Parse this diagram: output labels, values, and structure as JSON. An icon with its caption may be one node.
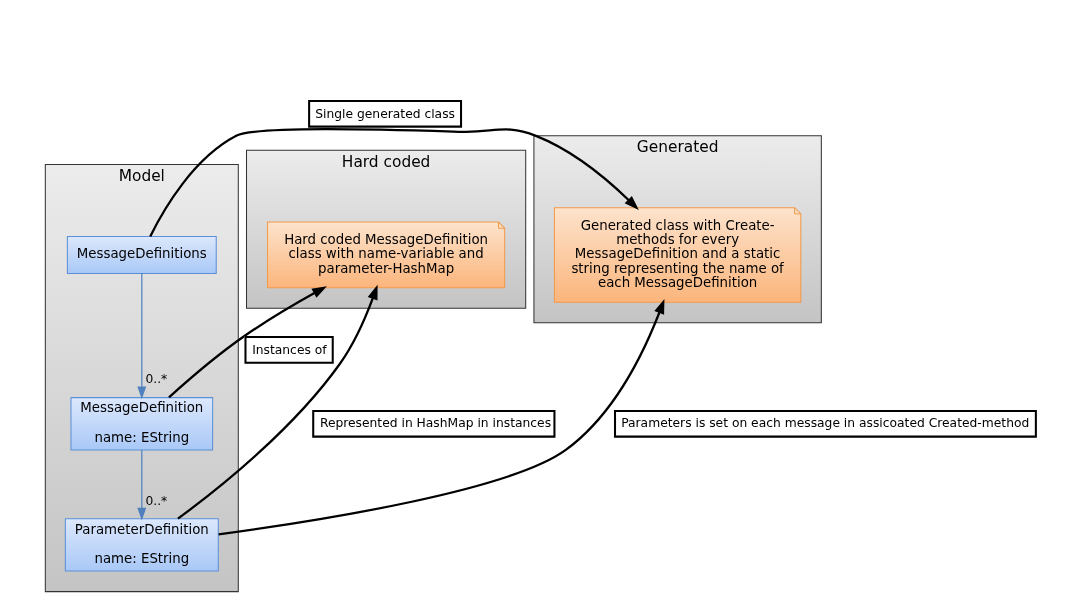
{
  "diagram": {
    "nodes": [
      {
        "text": [
          "Model"
        ]
      },
      {
        "text": [
          "Hard coded"
        ]
      },
      {
        "text": [
          "Generated"
        ]
      },
      {
        "text": [
          "MessageDefinitions"
        ],
        "in": 0
      },
      {
        "text": [
          "MessageDefinition",
          "name: EString"
        ],
        "in": 0
      },
      {
        "text": [
          "ParameterDefinition",
          "name: EString"
        ],
        "in": 0
      },
      {
        "text": [
          "Hard coded MessageDefinition class with name-variable and parameter-HashMap"
        ],
        "in": 1
      },
      {
        "text": [
          "Generated class with Create-methods for every MessageDefinition and a static string representing the name of each MessageDefinition"
        ],
        "in": 2
      }
    ],
    "edges": [
      {
        "from": 3,
        "to": 7,
        "arrow": "to",
        "label": "Single generated class"
      },
      {
        "from": 3,
        "to": 4,
        "arrow": "to",
        "label": "0..*",
        "color": "#4f81bd"
      },
      {
        "from": 4,
        "to": 6,
        "arrow": "to",
        "label": "Instances of"
      },
      {
        "from": 4,
        "to": 5,
        "arrow": "to",
        "label": "0..*",
        "color": "#4f81bd"
      },
      {
        "from": 5,
        "to": 6,
        "arrow": "to",
        "label": "Represented in HashMap in instances"
      },
      {
        "from": 5,
        "to": 7,
        "arrow": "to",
        "label": "Parameters is set on each message in assicoated Created-method"
      }
    ]
  }
}
